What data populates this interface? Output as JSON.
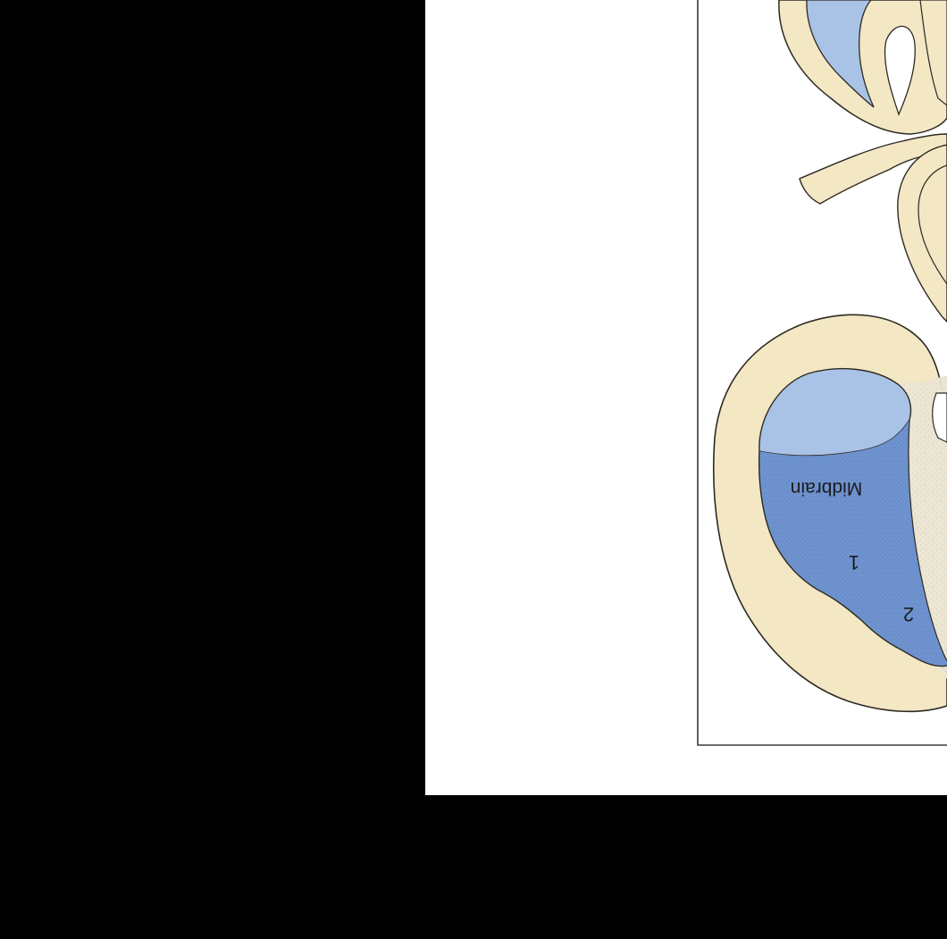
{
  "figure": {
    "region_label": "Midbrain",
    "zone_labels": [
      "1",
      "2"
    ],
    "orientation": "rotated-180",
    "colors": {
      "letterbox": "#000000",
      "panel": "#ffffff",
      "frame": "#3a3a3a",
      "tissue": "#f3e7c4",
      "tissue_outline": "#2e2a22",
      "ventricle": "#a9c3e6",
      "ventricle_dark": "#6f93cf",
      "stipple": "#e7e2cf"
    }
  }
}
